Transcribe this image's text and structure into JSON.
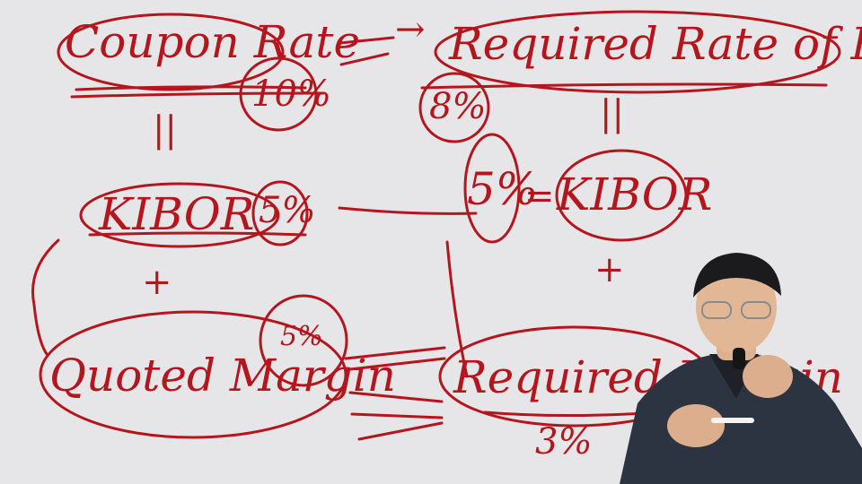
{
  "whiteboard": {
    "left": {
      "coupon_rate": "Coupon Rate",
      "coupon_pct": "10%",
      "equals": "||",
      "kibor": "KIBOR",
      "kibor_pct": "5%",
      "plus": "+",
      "quoted_margin": "Quoted Margin",
      "margin_pct": "5%"
    },
    "arrow": "→",
    "right": {
      "required_rate": "Required Rate of Return",
      "required_pct": "8%",
      "equals": "||",
      "kibor_pct": "5%",
      "kibor_eq": "=",
      "kibor": "KIBOR",
      "plus": "+",
      "required_margin": "Required Margin",
      "margin_pct": "3%"
    }
  },
  "colors": {
    "ink": "#b4161e",
    "board": "#e6e6e8",
    "jacket": "#2b3440"
  }
}
